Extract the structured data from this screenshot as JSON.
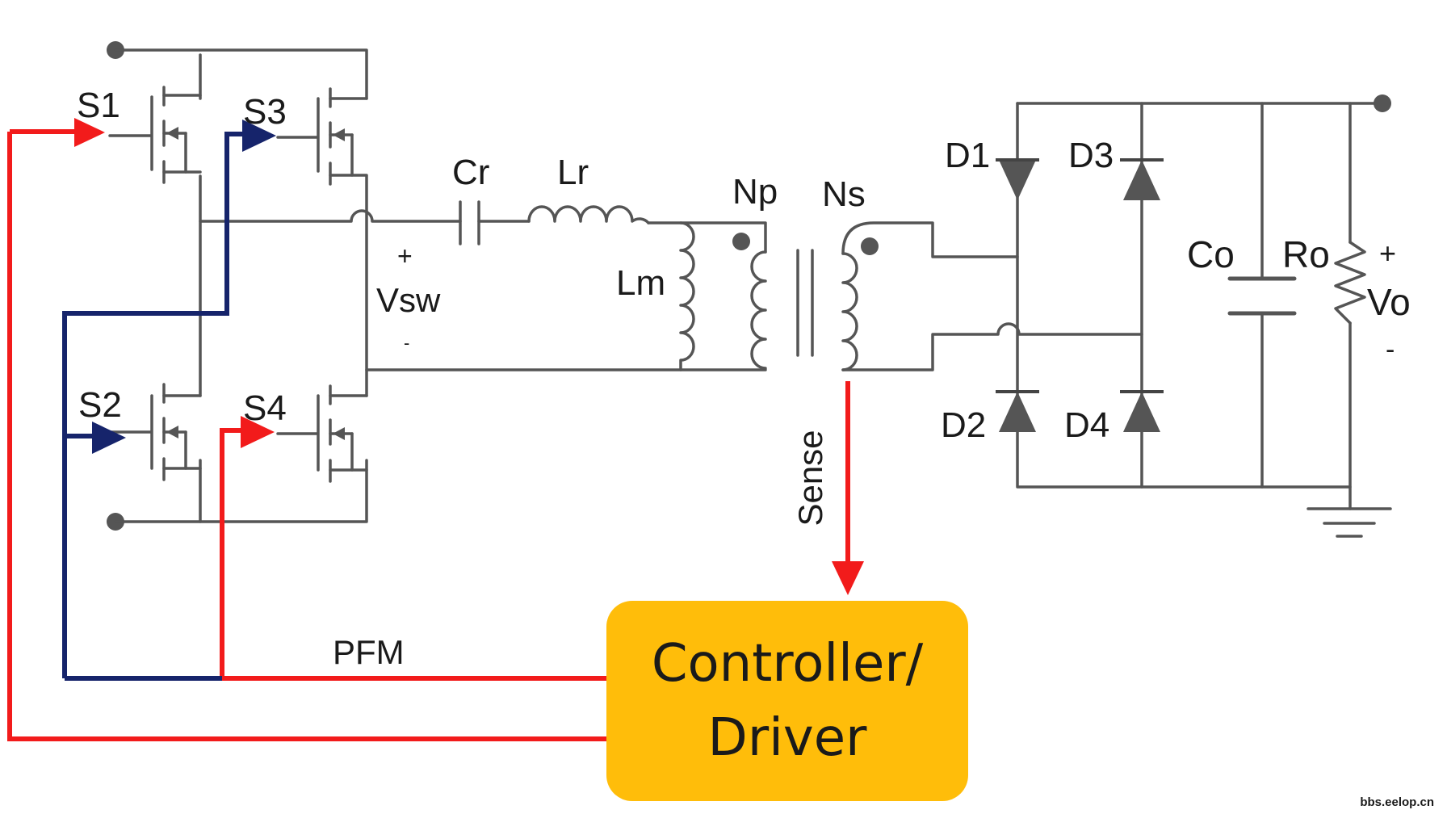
{
  "labels": {
    "s1": "S1",
    "s2": "S2",
    "s3": "S3",
    "s4": "S4",
    "cr": "Cr",
    "lr": "Lr",
    "lm": "Lm",
    "np": "Np",
    "ns": "Ns",
    "vsw_plus": "+",
    "vsw": "Vsw",
    "vsw_minus": "-",
    "d1": "D1",
    "d2": "D2",
    "d3": "D3",
    "d4": "D4",
    "co": "Co",
    "ro": "Ro",
    "vo_plus": "+",
    "vo": "Vo",
    "vo_minus": "-",
    "sense": "Sense",
    "pfm": "PFM"
  },
  "controller": {
    "line1": "Controller/",
    "line2": "Driver",
    "fill": "#FFBD0A"
  },
  "colors": {
    "red_signal": "#F21B1B",
    "blue_signal": "#16246B",
    "wire": "#555555"
  },
  "watermark": "bbs.eelop.cn"
}
